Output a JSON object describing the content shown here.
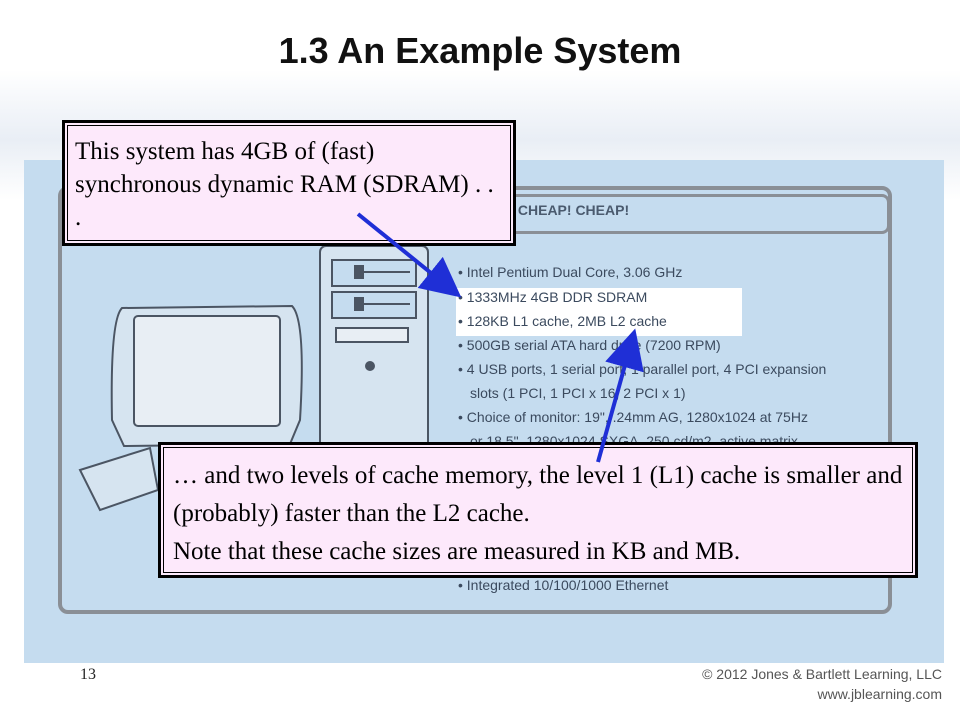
{
  "slide": {
    "title": "1.3 An Example System",
    "page_number": "13",
    "copyright": "© 2012 Jones & Bartlett Learning, LLC",
    "website": "www.jblearning.com"
  },
  "ad": {
    "banner": "P! CHEAP! CHEAP!",
    "specs": [
      "• Intel Pentium Dual Core, 3.06 GHz",
      "• 1333MHz 4GB DDR SDRAM",
      "• 128KB L1 cache, 2MB L2 cache",
      "• 500GB serial ATA hard drive (7200 RPM)",
      "• 4 USB ports, 1 serial port, 1 parallel port, 4 PCI expansion",
      "slots (1 PCI, 1 PCI x 16, 2 PCI x 1)",
      "• Choice of monitor: 19\", .24mm AG, 1280x1024 at 75Hz",
      "or 18.5\", 1280x1024 SXGA, 250 cd/m2, active matrix",
      "• Integrated 10/100/1000 Ethernet"
    ]
  },
  "callouts": {
    "sdram": "This system has 4GB of (fast) synchronous dynamic RAM (SDRAM) . . .",
    "cache_line1": "… and two levels of cache memory, the level 1 (L1) cache is smaller and (probably) faster than the L2 cache.",
    "cache_line2": "Note that these cache sizes are measured in KB and MB."
  },
  "colors": {
    "ad_background": "#c5dcef",
    "callout_background": "#fde9fb",
    "arrow": "#1f2fd6"
  }
}
